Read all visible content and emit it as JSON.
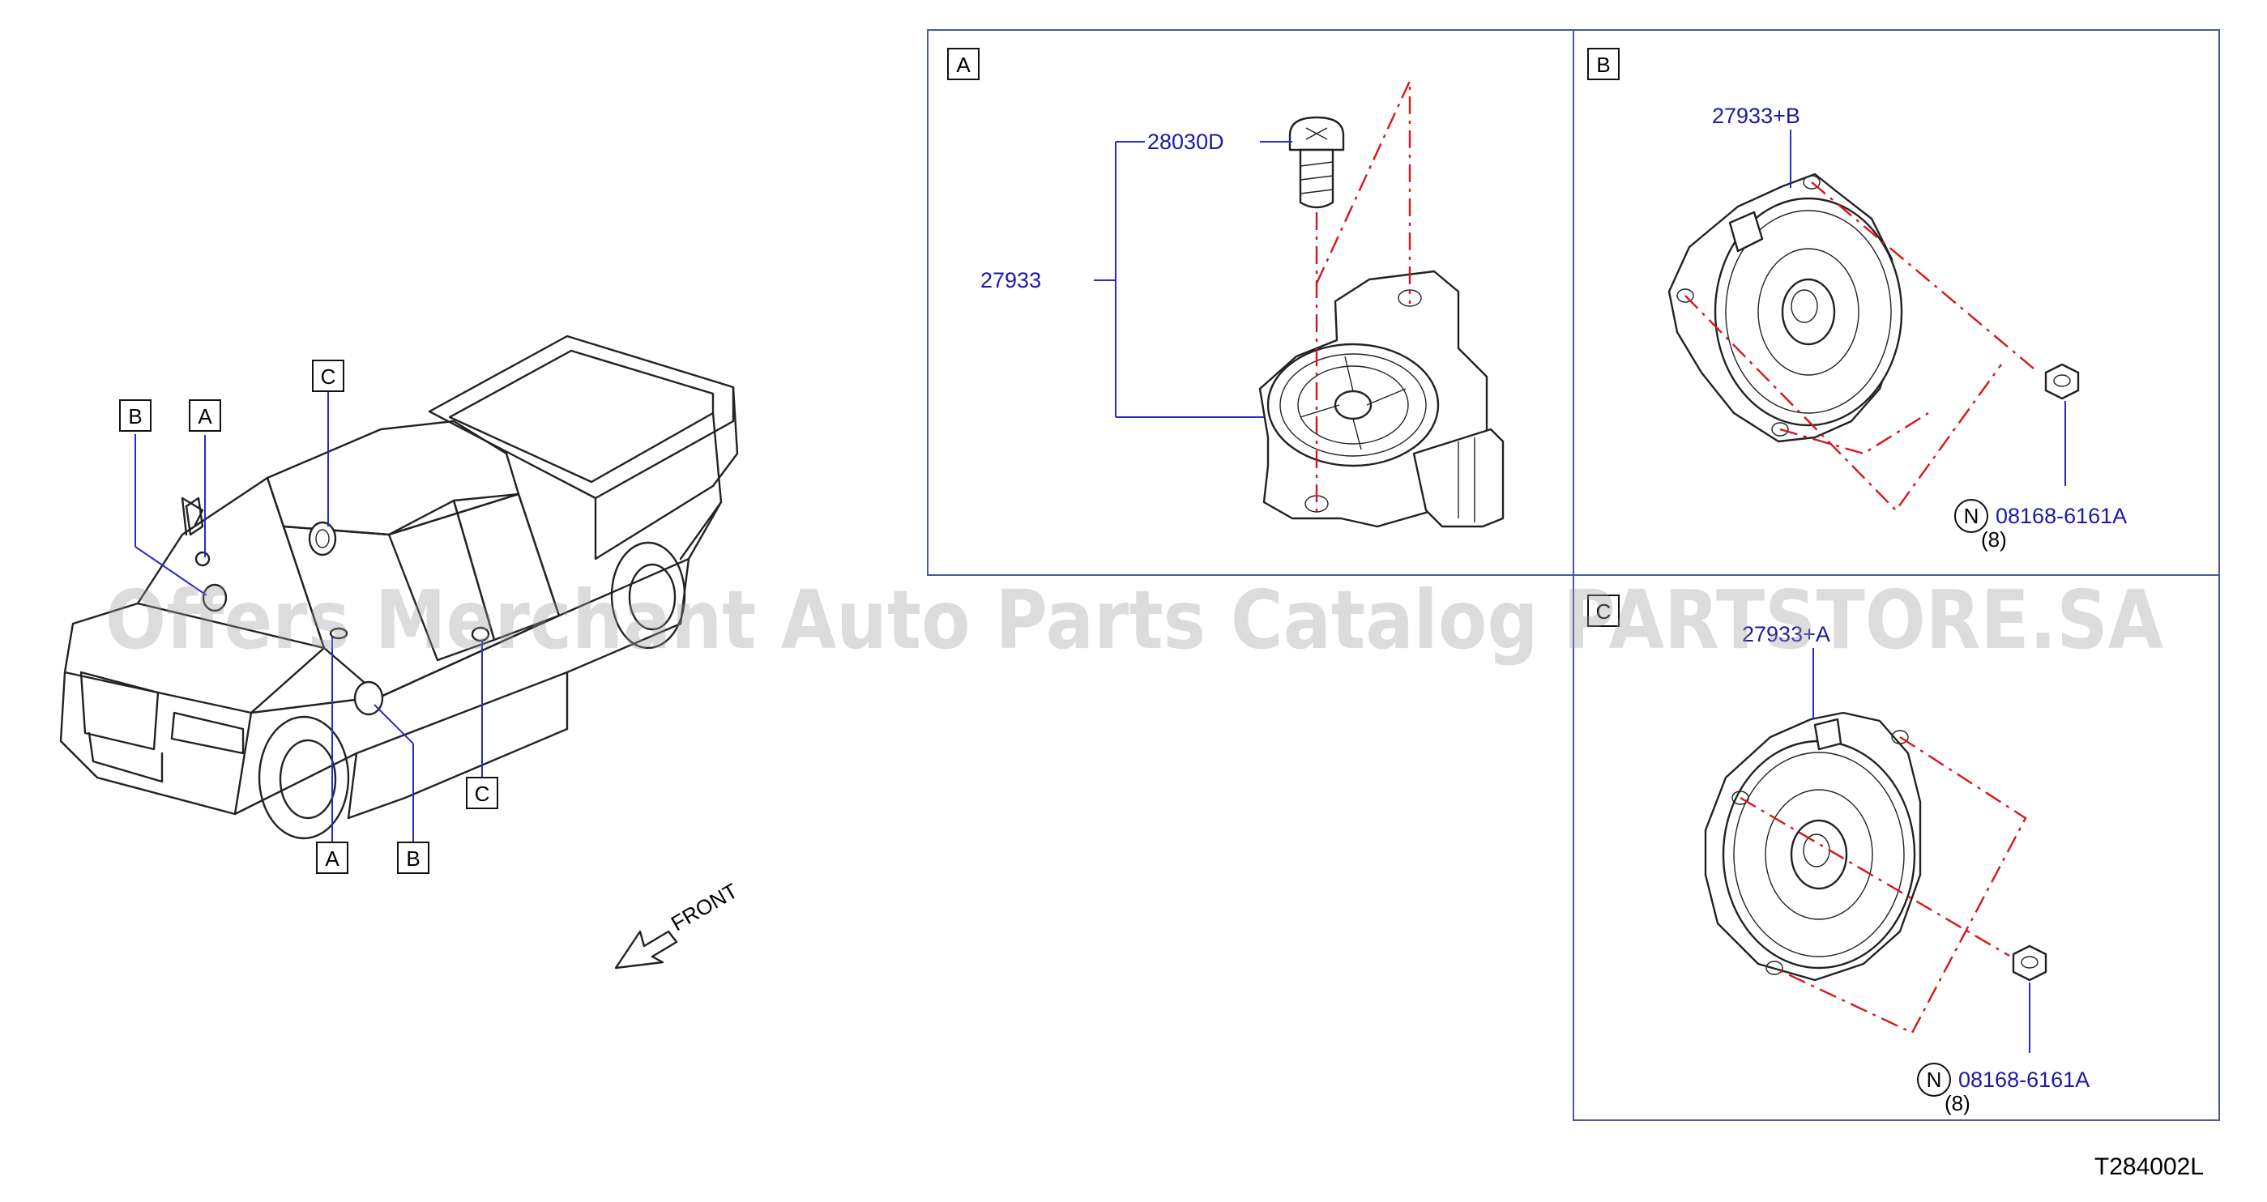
{
  "labels": {
    "vehicle_callouts": [
      "B",
      "A",
      "C",
      "A",
      "B",
      "C"
    ],
    "panel_a": "A",
    "panel_b": "B",
    "panel_c": "C",
    "front": "FRONT",
    "drawing_code": "T284002L"
  },
  "parts": {
    "screw": "28030D",
    "tweeter": "27933",
    "front_speaker": "27933+B",
    "rear_speaker": "27933+A",
    "nut_symbol": "N",
    "nut_b": "08168-6161A",
    "nut_b_qty": "(8)",
    "nut_c": "08168-6161A",
    "nut_c_qty": "(8)"
  },
  "watermark": "Offers Merchant Auto Parts Catalog PARTSTORE.SA",
  "colors": {
    "part_number": "#1a1aa8",
    "leader_line": "#2a2ac8",
    "centerline": "#d8141c",
    "frame": "#4a5a9a"
  }
}
